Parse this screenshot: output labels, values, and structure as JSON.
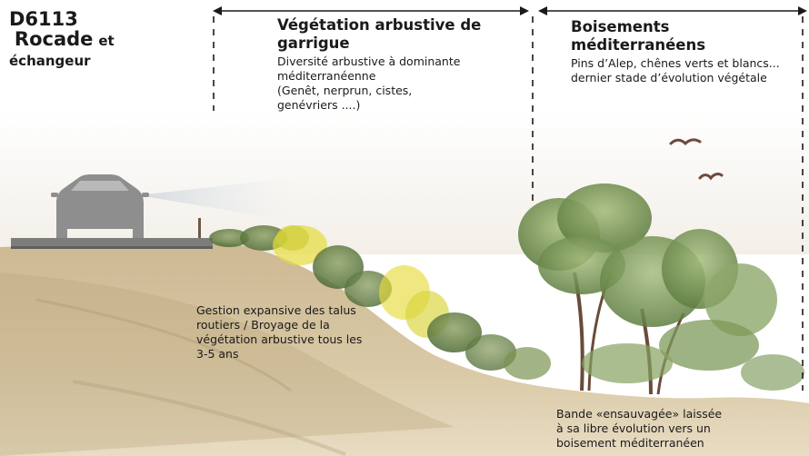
{
  "road": {
    "code": "D6113",
    "name": "Rocade",
    "connector": "et",
    "interchange": "échangeur"
  },
  "zones": [
    {
      "title_lines": [
        "Végétation arbustive de",
        "garrigue"
      ],
      "body_lines": [
        "Diversité arbustive à dominante",
        "méditerranéenne",
        "(Genêt, nerprun, cistes,",
        "genévriers ....)"
      ]
    },
    {
      "title_lines": [
        "Boisements",
        "méditerranéens"
      ],
      "body_lines": [
        "Pins d’Alep, chênes verts et blancs...",
        "dernier stade d’évolution végétale"
      ]
    }
  ],
  "notes": {
    "embankment": [
      "Gestion expansive des talus",
      "routiers / Broyage de la",
      "végétation arbustive tous les",
      "3-5 ans"
    ],
    "wild_strip": [
      "Bande «ensauvagée» laissée",
      "à sa libre évolution vers un",
      "boisement méditerranéen"
    ]
  },
  "colors": {
    "text": "#1a1a1a",
    "soil": "#c9b48c",
    "soil_dark": "#a8946c",
    "road": "#7d7d7d",
    "car": "#8e8e8e",
    "shrub_green": "#6f8a4a",
    "broom_yellow": "#e6dc3c",
    "tree_green": "#7d9a5a",
    "bird": "#6e4a3c"
  },
  "icons": [
    "car-icon",
    "bird-icon",
    "arrow-icon"
  ]
}
